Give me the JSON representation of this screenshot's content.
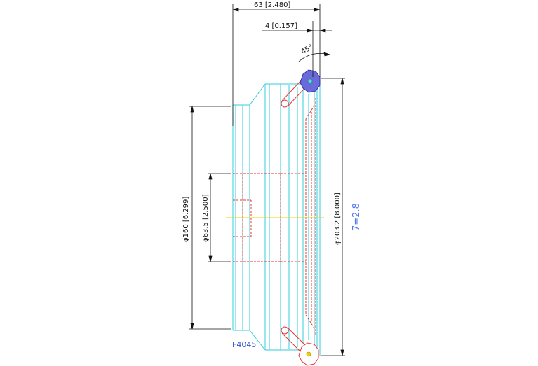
{
  "dimensions": {
    "width_overall": "63 [2.480]",
    "width_small": "4 [0.157]",
    "angle": "45°",
    "dia_outer": "φ160 [6.299]",
    "dia_hub": "φ63.5 [2.500]",
    "dia_pitch": "φ203.2 [8.000]"
  },
  "side_label": "7=2.8",
  "part_code": "F4045",
  "colors": {
    "dimension": "#111111",
    "outline": "#33ccdd",
    "hidden": "#ee3333",
    "centerline": "#f0d000",
    "knob": "#5555ee",
    "label": "#4466dd"
  }
}
